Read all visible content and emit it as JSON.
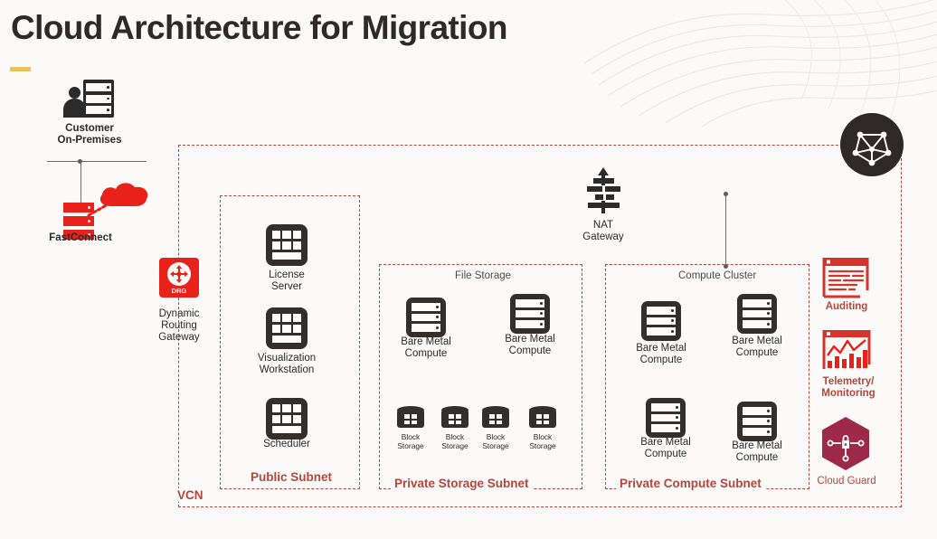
{
  "page": {
    "title": "Cloud Architecture for Migration",
    "accent_color": "#e8c45e",
    "brand_red": "#e8211b",
    "subnet_red": "#b5463c",
    "dark": "#332f2d",
    "background": "#fbfaf9"
  },
  "onprem": {
    "customer": {
      "label": "Customer\nOn-Premises",
      "icon": "server-user-icon"
    },
    "fastconnect": {
      "label": "FastConnect",
      "icon": "red-server-rack-icon"
    },
    "cloud": {
      "icon": "cloud-icon"
    }
  },
  "gateways": {
    "drg": {
      "badge": "DRG",
      "label": "Dynamic\nRouting\nGateway",
      "icon": "dynamic-routing-gateway-icon"
    },
    "nat": {
      "label": "NAT\nGateway",
      "icon": "nat-gateway-icon"
    }
  },
  "vcn": {
    "label": "VCN"
  },
  "logo": {
    "icon": "network-graph-logo-icon"
  },
  "public_subnet": {
    "label": "Public Subnet",
    "items": [
      {
        "label": "License\nServer",
        "icon": "vm-icon"
      },
      {
        "label": "Visualization\nWorkstation",
        "icon": "vm-icon"
      },
      {
        "label": "Scheduler",
        "icon": "vm-icon"
      }
    ]
  },
  "private_storage_subnet": {
    "label": "Private Storage Subnet",
    "caption": "File Storage",
    "compute": [
      {
        "label": "Bare Metal\nCompute",
        "icon": "bare-metal-compute-icon"
      },
      {
        "label": "Bare Metal\nCompute",
        "icon": "bare-metal-compute-icon"
      }
    ],
    "storage": [
      {
        "label": "Block\nStorage",
        "icon": "block-storage-icon"
      },
      {
        "label": "Block\nStorage",
        "icon": "block-storage-icon"
      },
      {
        "label": "Block\nStorage",
        "icon": "block-storage-icon"
      },
      {
        "label": "Block\nStorage",
        "icon": "block-storage-icon"
      }
    ]
  },
  "private_compute_subnet": {
    "label": "Private Compute Subnet",
    "caption": "Compute  Cluster",
    "compute": [
      {
        "label": "Bare Metal\nCompute",
        "icon": "bare-metal-compute-icon"
      },
      {
        "label": "Bare Metal\nCompute",
        "icon": "bare-metal-compute-icon"
      },
      {
        "label": "Bare Metal\nCompute",
        "icon": "bare-metal-compute-icon"
      },
      {
        "label": "Bare Metal\nCompute",
        "icon": "bare-metal-compute-icon"
      }
    ]
  },
  "services": [
    {
      "label": "Auditing",
      "icon": "auditing-document-icon"
    },
    {
      "label": "Telemetry/\nMonitoring",
      "icon": "telemetry-chart-icon"
    },
    {
      "label": "Cloud Guard",
      "icon": "cloud-guard-hexagon-icon"
    }
  ]
}
